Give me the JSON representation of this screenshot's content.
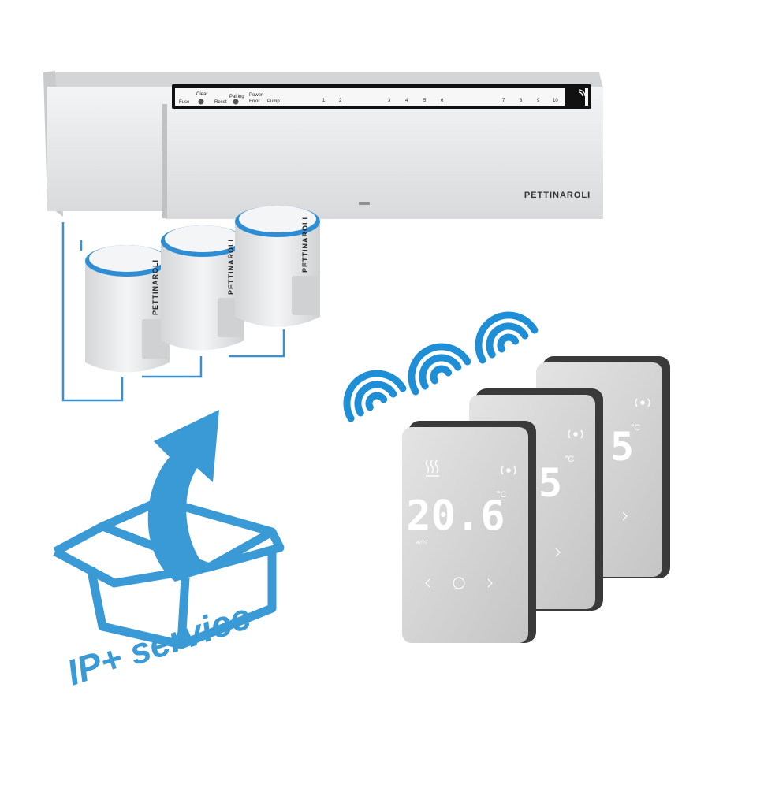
{
  "controller": {
    "brand": "PETTINAROLI",
    "panel_labels": {
      "fuse": "Fuse",
      "clear": "Clear",
      "reset": "Reset",
      "pairing": "Pairing",
      "power": "Power",
      "error": "Error",
      "pump": "Pump"
    },
    "zones": [
      "1",
      "2",
      "3",
      "4",
      "5",
      "6",
      "7",
      "8",
      "9",
      "10"
    ]
  },
  "actuators": {
    "brand": "PETTINAROLI",
    "count": 3
  },
  "thermostats": {
    "count": 3,
    "temperature": "20.6",
    "unit": "°C",
    "partial_digit": "5",
    "mode_label": "AUTO"
  },
  "stamp": {
    "text": "IP+ service"
  },
  "colors": {
    "accent_blue": "#3a9ad6",
    "wifi_blue": "#1e8fd6",
    "housing": "#e9eaeb",
    "panel_black": "#111111"
  },
  "icons": [
    "wifi-waves-icon",
    "box-icon",
    "arrow-up-icon",
    "signal-icon",
    "heating-icon",
    "home-button-icon",
    "chevron-left-icon",
    "chevron-right-icon"
  ]
}
